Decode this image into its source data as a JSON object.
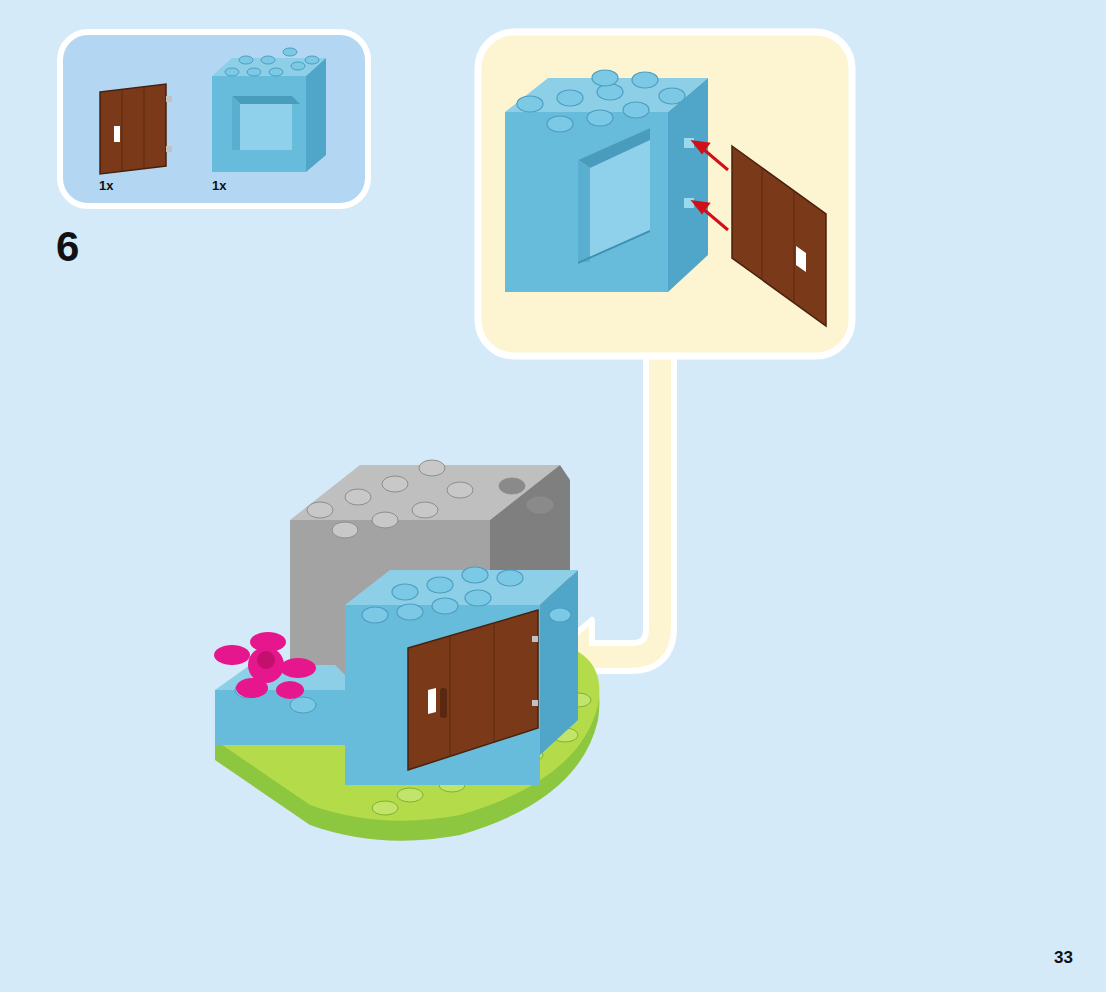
{
  "diagram": {
    "labels": [
      "1x",
      "1x",
      "6",
      "33"
    ]
  }
}
